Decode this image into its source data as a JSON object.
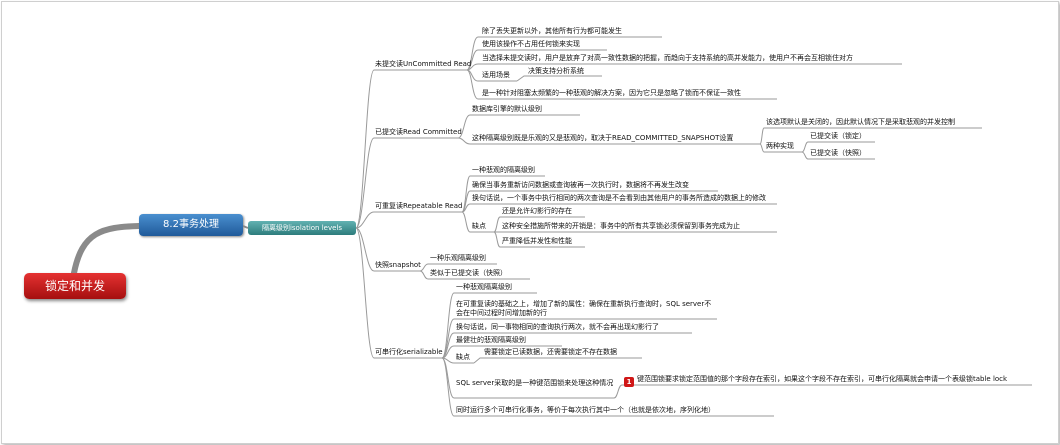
{
  "root": "锁定和并发",
  "main": "8.2事务处理",
  "sub": "隔离级别isolation levels",
  "branches": {
    "ru": {
      "label": "未提交读UnCommitted Read",
      "items": [
        "除了丢失更新以外，其他所有行为都可能发生",
        "使用该操作不占用任何锁来实现",
        "当选择未提交读时，用户是放弃了对高一致性数据的把握，而趋向于支持系统的高并发能力，使用户不再会互相锁住对方",
        "是一种针对阻塞太频繁的一种悲观的解决方案，因为它只是忽略了锁而不保证一致性"
      ],
      "scene_label": "适用场景",
      "scene_value": "决策支持分析系统"
    },
    "rc": {
      "label": "已提交读Read Committed",
      "items": [
        "数据库引擎的默认级别",
        "这种隔离级别既是乐观的又是悲观的，取决于READ_COMMITTED_SNAPSHOT设置"
      ],
      "default_note": "该选项默认是关闭的，因此默认情况下是采取悲观的并发控制",
      "impl_label": "两种实现",
      "impl": [
        "已提交读（锁定）",
        "已提交读（快照）"
      ]
    },
    "rr": {
      "label": "可重复读Repeatable Read",
      "items": [
        "一种悲观的隔离级别",
        "确保当事务重新访问数据或查询被再一次执行时，数据将不再发生改变",
        "换句话说，一个事务中执行相同的两次查询是不会看到由其他用户的事务所造成的数据上的修改"
      ],
      "cons_label": "缺点",
      "cons": [
        "还是允许幻影行的存在",
        "这种安全措施所带来的开销是：事务中的所有共享锁必须保留到事务完成为止",
        "严重降低并发性和性能"
      ]
    },
    "snap": {
      "label": "快照snapshot",
      "items": [
        "一种乐观隔离级别",
        "类似于已提交读（快照）"
      ]
    },
    "ser": {
      "label": "可串行化serializable",
      "items": [
        "一种悲观隔离级别",
        "在可重复读的基础之上，增加了新的属性：确保在重新执行查询时，SQL server不会在中间过程时间增加新的行",
        "换句话说，同一事物相同的查询执行两次，就不会再出现幻影行了",
        "最健壮的悲观隔离级别",
        "SQL server采取的是一种键范围锁来处理这种情况",
        "同时运行多个可串行化事务，等价于每次执行其中一个（也就是依次地，序列化地）"
      ],
      "cons_label": "缺点",
      "cons_value": "需要锁定已读数据，还需要锁定不存在数据",
      "badge": "1",
      "note": "键范围锁要求锁定范围值的那个字段存在索引，如果这个字段不存在索引，可串行化隔离就会申请一个表级锁table lock"
    }
  }
}
